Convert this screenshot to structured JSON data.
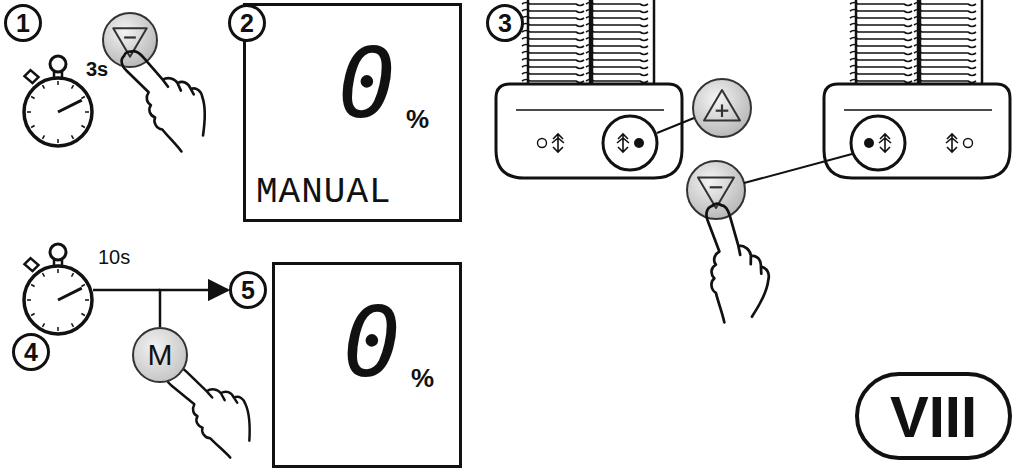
{
  "diagram": {
    "nodes": [
      {
        "text": [
          "1"
        ]
      },
      {
        "text": [
          "2"
        ]
      },
      {
        "text": [
          "0",
          "%",
          "MANUAL"
        ]
      },
      {
        "text": [
          "3"
        ]
      },
      {
        "text": [
          "5"
        ]
      },
      {
        "text": [
          "0",
          "%"
        ]
      },
      {
        "text": [
          "M"
        ]
      },
      {
        "text": [
          "4"
        ]
      },
      {
        "text": [
          "VIII"
        ]
      }
    ],
    "edges": [
      {
        "from": 6,
        "to": 4,
        "arrow": "to"
      }
    ],
    "labels": [
      "3s",
      "10s"
    ]
  }
}
